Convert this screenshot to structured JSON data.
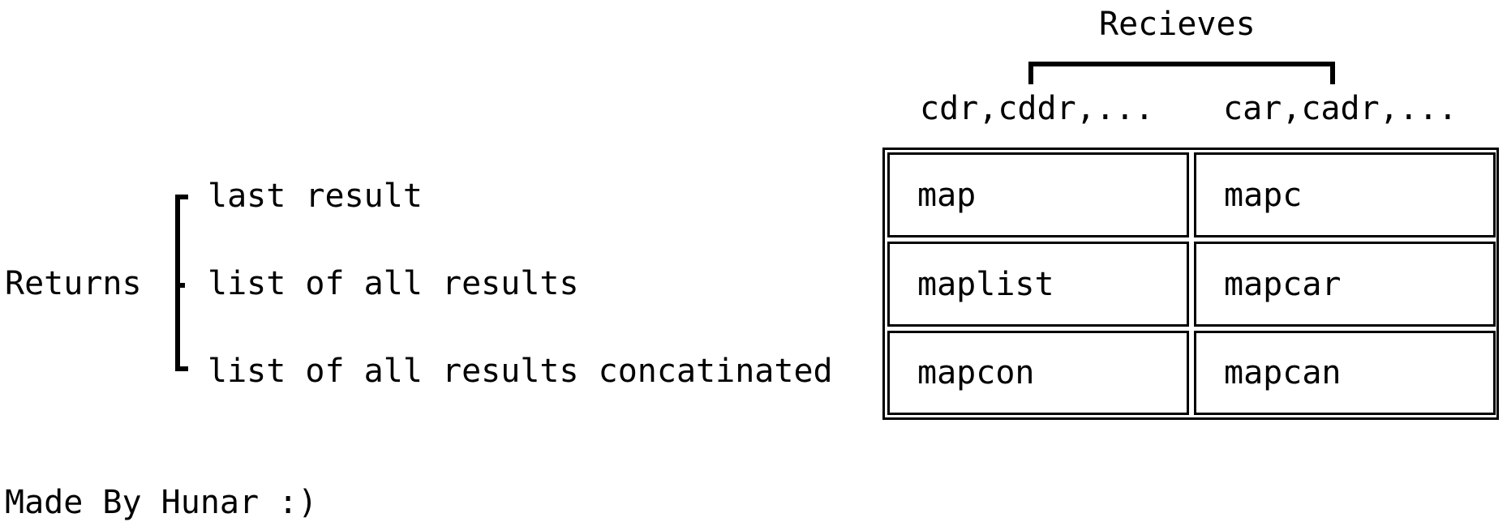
{
  "header": {
    "recieves_label": "Recieves",
    "column_headers": [
      "cdr,cddr,...",
      "car,cadr,..."
    ]
  },
  "returns": {
    "label": "Returns",
    "items": [
      "last result",
      "list of all results",
      "list of all results concatinated"
    ]
  },
  "table": {
    "rows": [
      [
        "map",
        "mapc"
      ],
      [
        "maplist",
        "mapcar"
      ],
      [
        "mapcon",
        "mapcan"
      ]
    ]
  },
  "footer": {
    "text": "Made By Hunar :)"
  }
}
